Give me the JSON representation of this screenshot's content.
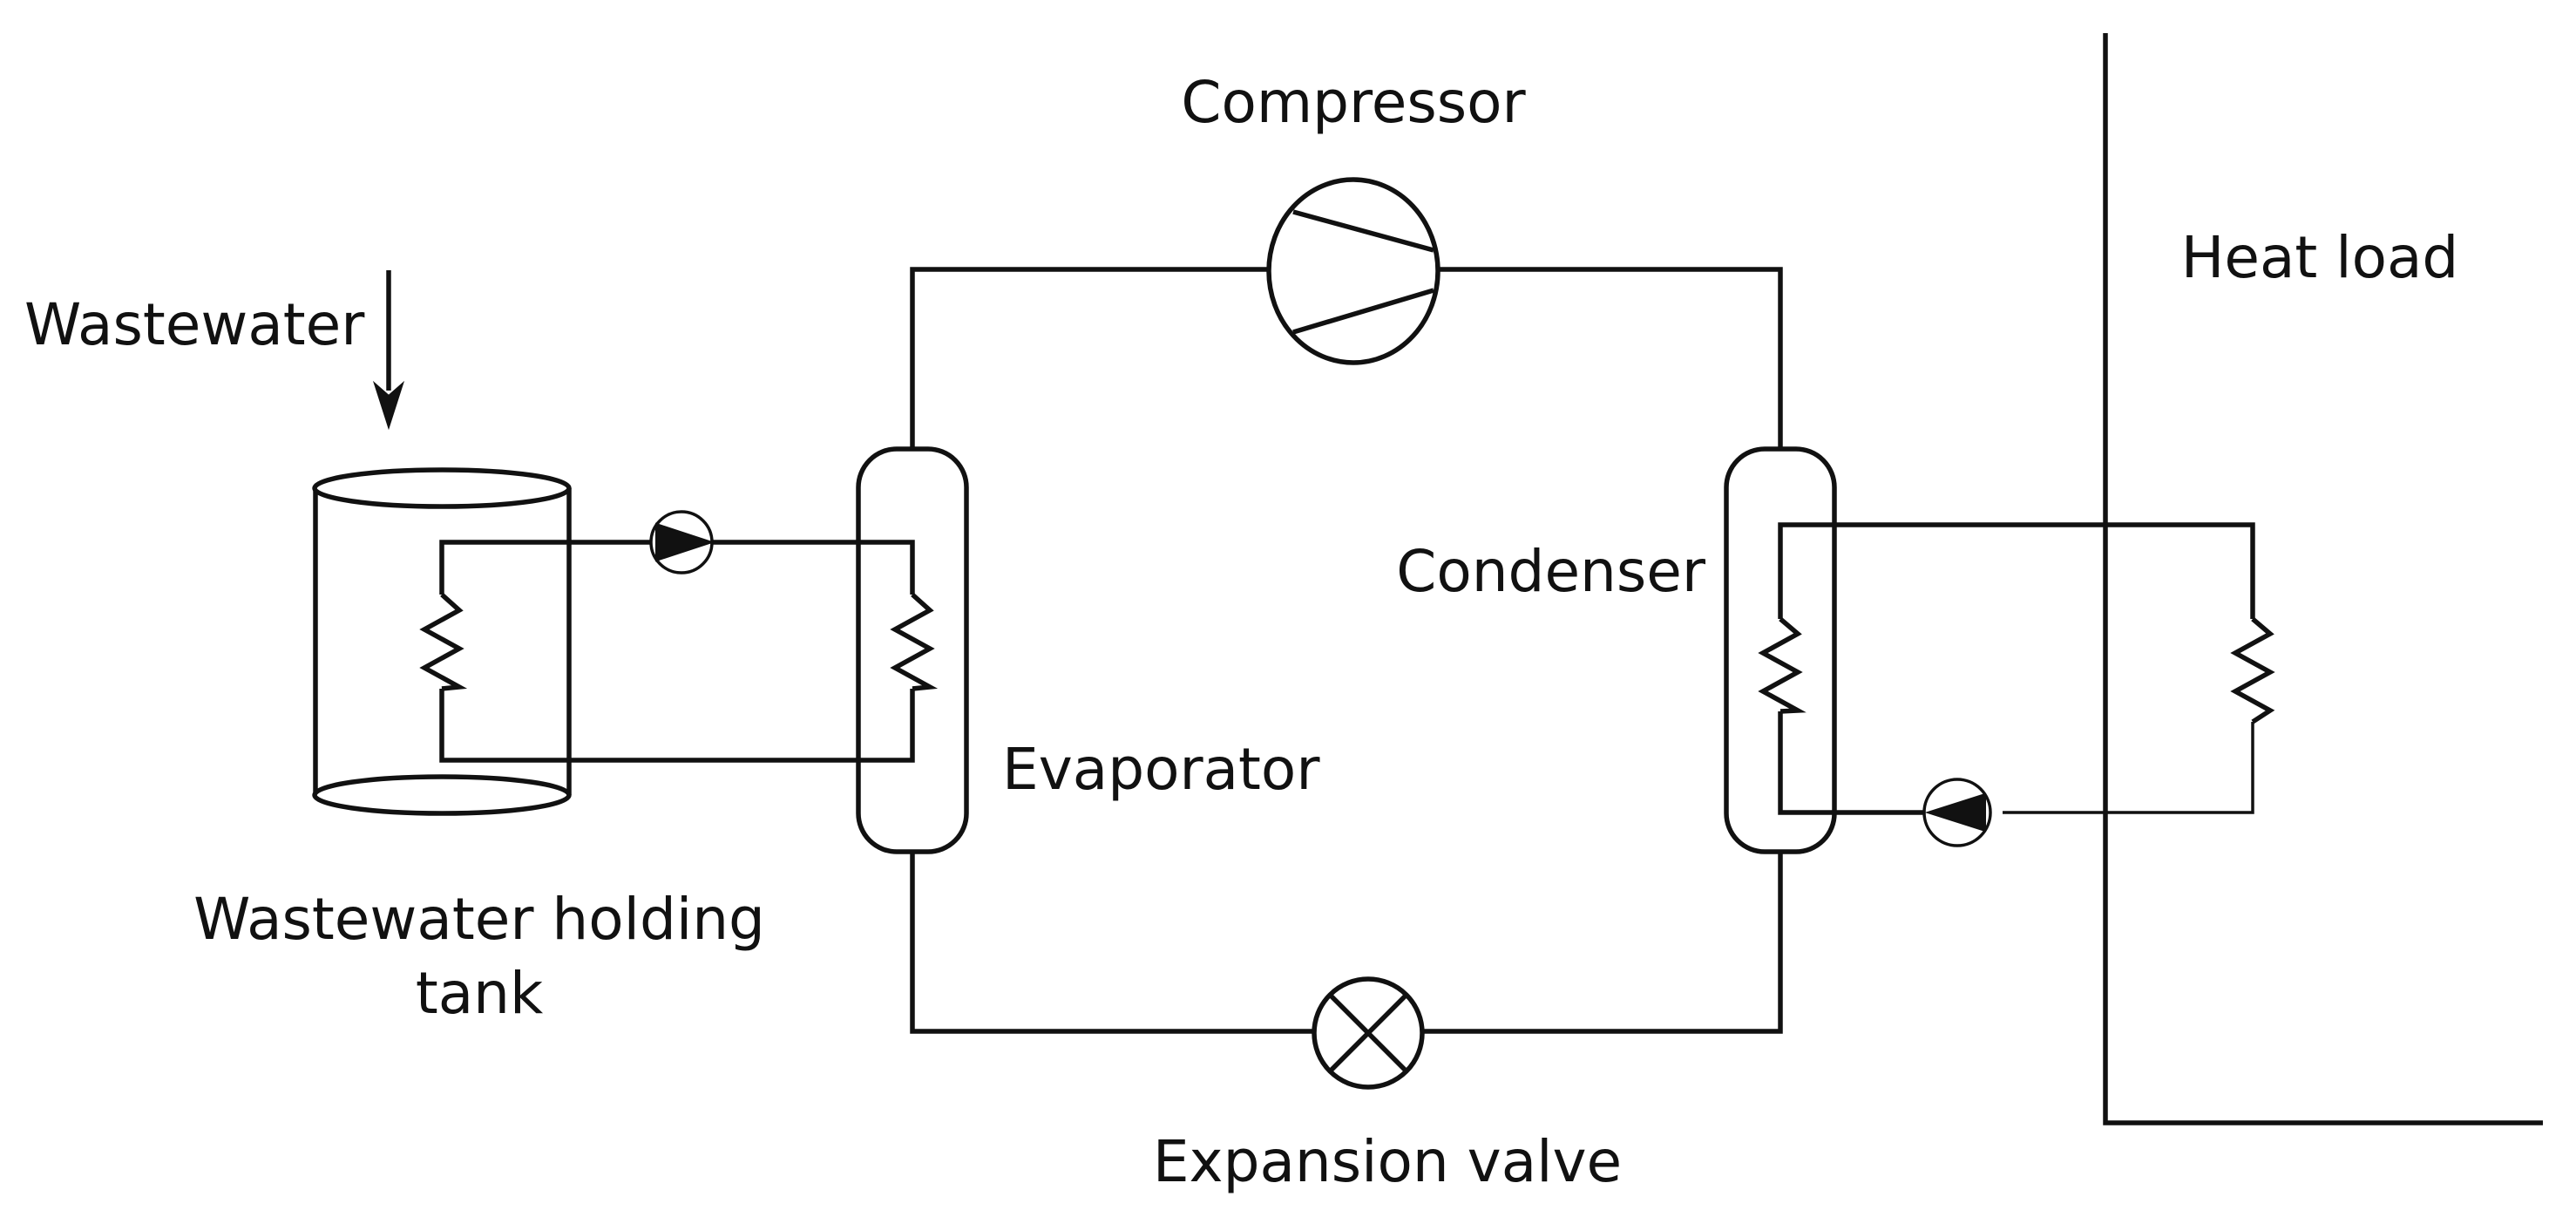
{
  "labels": {
    "compressor": "Compressor",
    "heat_load": "Heat load",
    "wastewater": "Wastewater",
    "condenser": "Condenser",
    "evaporator": "Evaporator",
    "tank_line1": "Wastewater holding",
    "tank_line2": "tank",
    "expansion_valve": "Expansion valve"
  },
  "icons": {
    "compressor": "compressor-icon",
    "expansion_valve": "expansion-valve-icon",
    "pump": "pump-icon",
    "heat_exchanger_coil": "coil-icon",
    "tank": "tank-icon",
    "flow_arrow": "arrow-down-icon"
  },
  "colors": {
    "line": "#111111",
    "background": "#ffffff"
  }
}
